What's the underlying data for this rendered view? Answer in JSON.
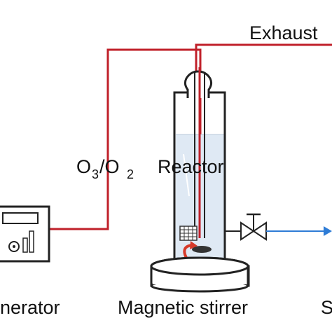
{
  "labels": {
    "exhaust": "Exhaust",
    "reactor": "Reactor",
    "gas_main": "O",
    "gas_sub1": "3",
    "gas_mid": "/O",
    "gas_sub2": "2",
    "generator": "nerator",
    "stirrer": "Magnetic  stirrer",
    "right_cut": "S"
  },
  "colors": {
    "gas_line": "#c0202a",
    "sample_line": "#2e7cd6",
    "liquid": "#dfe9f4",
    "outline": "#222222",
    "stir_arrow": "#d63a2a"
  },
  "icons": [
    "ozone-generator-icon",
    "gas-diffuser-icon",
    "stir-bar-icon",
    "valve-icon",
    "arrow-icon"
  ]
}
